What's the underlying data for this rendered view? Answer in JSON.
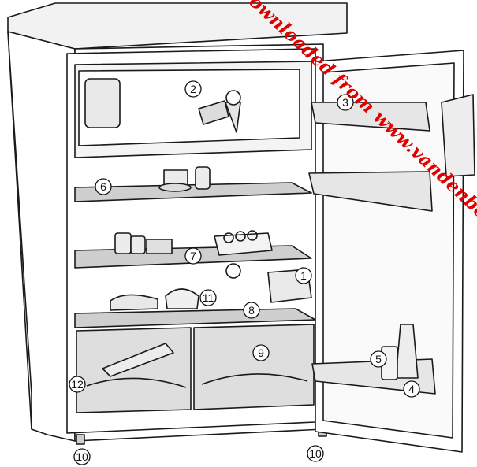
{
  "diagram": {
    "callouts": [
      {
        "id": "1",
        "label": "1"
      },
      {
        "id": "2",
        "label": "2"
      },
      {
        "id": "3",
        "label": "3"
      },
      {
        "id": "4",
        "label": "4"
      },
      {
        "id": "5",
        "label": "5"
      },
      {
        "id": "6",
        "label": "6"
      },
      {
        "id": "7",
        "label": "7"
      },
      {
        "id": "8",
        "label": "8"
      },
      {
        "id": "9",
        "label": "9"
      },
      {
        "id": "10a",
        "label": "10"
      },
      {
        "id": "10b",
        "label": "10"
      },
      {
        "id": "11",
        "label": "11"
      },
      {
        "id": "12",
        "label": "12"
      }
    ]
  },
  "watermark": {
    "text": "Downloaded from www.vandenborre.be"
  },
  "colors": {
    "outline": "#1a1a1a",
    "shelf": "#c9c9c9",
    "body_shade": "#e6e6e6",
    "watermark": "#e00000"
  }
}
